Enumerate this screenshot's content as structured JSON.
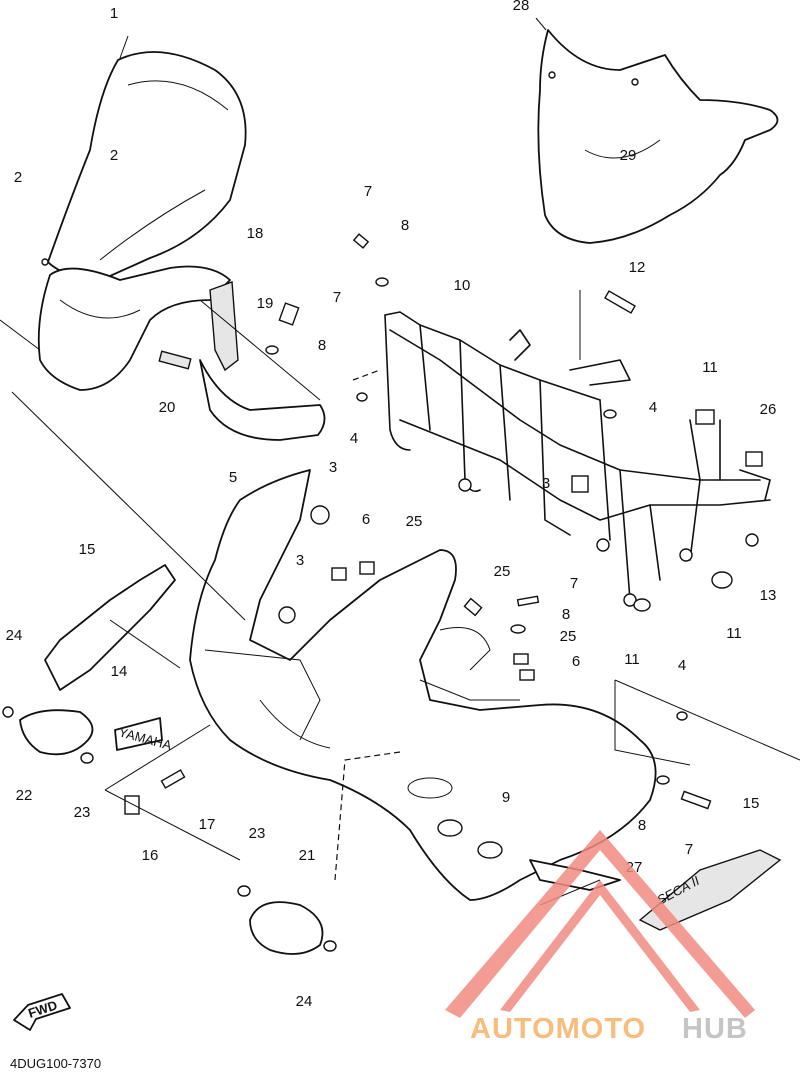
{
  "callouts": [
    "1",
    "2",
    "2",
    "28",
    "29",
    "7",
    "8",
    "10",
    "12",
    "18",
    "19",
    "7",
    "8",
    "20",
    "4",
    "4",
    "11",
    "3",
    "26",
    "13",
    "11",
    "11",
    "5",
    "3",
    "6",
    "25",
    "3",
    "15",
    "25",
    "7",
    "8",
    "25",
    "6",
    "24",
    "14",
    "22",
    "23",
    "16",
    "17",
    "9",
    "8",
    "7",
    "15",
    "27",
    "23",
    "21",
    "24",
    "4"
  ],
  "diagram_code": "4DUG100-7370",
  "fwd_label": "FWD",
  "yamaha_label": "YAMAHA",
  "decal_label": "SECA II",
  "watermark": {
    "part1": "AUTOMOTO",
    "part2": "HUB",
    "color1": "#f7b267",
    "color2": "#bbbbbb",
    "triangle_color": "#f28b82"
  }
}
